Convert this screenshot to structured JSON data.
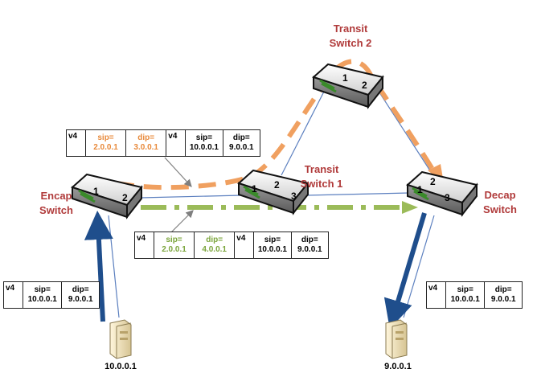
{
  "switches": {
    "encap": {
      "label_line1": "Encap",
      "label_line2": "Switch",
      "port1": "1",
      "port2": "2"
    },
    "transit1": {
      "label_line1": "Transit",
      "label_line2": "Switch 1",
      "port1": "1",
      "port2": "2",
      "port3": "3"
    },
    "transit2": {
      "label_line1": "Transit",
      "label_line2": "Switch 2",
      "port1": "1",
      "port2": "2"
    },
    "decap": {
      "label_line1": "Decap",
      "label_line2": "Switch",
      "port1": "1",
      "port2": "2",
      "port3": "3"
    }
  },
  "hosts": {
    "source": {
      "ip": "10.0.0.1"
    },
    "destination": {
      "ip": "9.0.0.1"
    }
  },
  "headers": {
    "orange_tunnel": {
      "outer_version": "v4",
      "outer_sip_label": "sip=",
      "outer_sip": "2.0.0.1",
      "outer_dip_label": "dip=",
      "outer_dip": "3.0.0.1",
      "inner_version": "v4",
      "inner_sip_label": "sip=",
      "inner_sip": "10.0.0.1",
      "inner_dip_label": "dip=",
      "inner_dip": "9.0.0.1"
    },
    "green_tunnel": {
      "outer_version": "v4",
      "outer_sip_label": "sip=",
      "outer_sip": "2.0.0.1",
      "outer_dip_label": "dip=",
      "outer_dip": "4.0.0.1",
      "inner_version": "v4",
      "inner_sip_label": "sip=",
      "inner_sip": "10.0.0.1",
      "inner_dip_label": "dip=",
      "inner_dip": "9.0.0.1"
    },
    "ingress": {
      "version": "v4",
      "sip_label": "sip=",
      "sip": "10.0.0.1",
      "dip_label": "dip=",
      "dip": "9.0.0.1"
    },
    "egress": {
      "version": "v4",
      "sip_label": "sip=",
      "sip": "10.0.0.1",
      "dip_label": "dip=",
      "dip": "9.0.0.1"
    }
  },
  "colors": {
    "orange_path": "#f0a060",
    "green_path": "#9bbb59",
    "host_flow": "#1f4e8c",
    "link": "#5b7fbf",
    "label_red": "#b03a3a"
  }
}
